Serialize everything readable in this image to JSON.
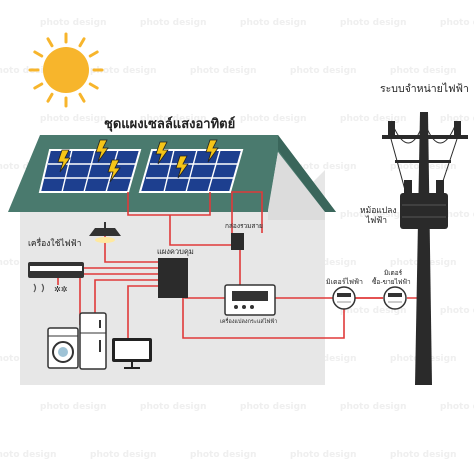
{
  "labels": {
    "solar_panel_set": "ชุดแผงเซลล์แสงอาทิตย์",
    "distribution_system": "ระบบจำหน่ายไฟฟ้า",
    "transformer": "หม้อแปลง",
    "transformer_line2": "ไฟฟ้า",
    "appliances": "เครื่องใช้ไฟฟ้า",
    "control_panel": "แผงควบคุม",
    "combiner_box": "กล่องรวมสาย",
    "inverter": "เครื่องแปลงกระแสไฟฟ้า",
    "electric_meter": "มิเตอร์ไฟฟ้า",
    "buy_sell_meter_line1": "มิเตอร์",
    "buy_sell_meter_line2": "ซื้อ-ขายไฟฟ้า"
  },
  "watermark": "photo design",
  "colors": {
    "roof": "#4a7a6e",
    "house_wall": "#e7e7e7",
    "sun": "#f7b52c",
    "panel": "#1d3f8f",
    "wire": "#e03a3a",
    "pole": "#2a2a2a"
  }
}
